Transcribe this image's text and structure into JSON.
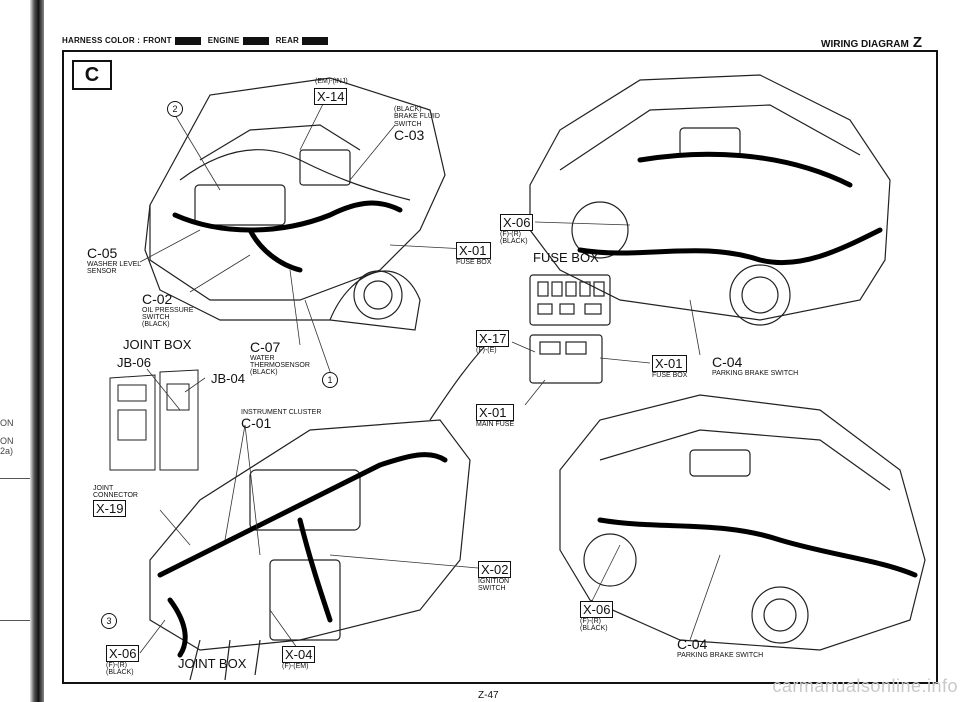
{
  "header": {
    "harness_prefix": "HARNESS COLOR :",
    "colors": [
      {
        "label": "FRONT",
        "swatch": "#111111"
      },
      {
        "label": "ENGINE",
        "swatch": "#111111"
      },
      {
        "label": "REAR",
        "swatch": "#111111"
      }
    ],
    "title": "WIRING DIAGRAM",
    "title_letter": "Z"
  },
  "section": "C",
  "edge_fragments": [
    "ON",
    "ON",
    "2a)"
  ],
  "callouts": {
    "em_inj": "(EM)-(INJ)",
    "x14": "X-14",
    "c03_desc": [
      "(BLACK)",
      "BRAKE FLUID",
      "SWITCH"
    ],
    "c03": "C-03",
    "c05": "C-05",
    "c05_desc": [
      "WASHER LEVEL",
      "SENSOR"
    ],
    "x01_a": "X-01",
    "x01_a_desc": "FUSE BOX",
    "c02": "C-02",
    "c02_desc": [
      "OIL PRESSURE",
      "SWITCH",
      "(BLACK)"
    ],
    "joint_box_top": "JOINT BOX",
    "jb06": "JB-06",
    "jb04": "JB-04",
    "c07": "C-07",
    "c07_desc": [
      "WATER",
      "THERMOSENSOR",
      "(BLACK)"
    ],
    "x06_top": "X-06",
    "x06_top_desc": [
      "(F)-(R)",
      "(BLACK)"
    ],
    "fuse_box": "FUSE BOX",
    "x17": "X-17",
    "x17_desc": "(F)-(E)",
    "x01_b": "X-01",
    "x01_b_desc": "FUSE BOX",
    "c04_top": "C-04",
    "c04_top_desc": "PARKING BRAKE SWITCH",
    "x01_c": "X-01",
    "x01_c_desc": "MAIN FUSE",
    "instrument_cluster": "INSTRUMENT CLUSTER",
    "c01": "C-01",
    "joint_connector": [
      "JOINT",
      "CONNECTOR"
    ],
    "x19": "X-19",
    "x02": "X-02",
    "x02_desc": [
      "IGNITION",
      "SWITCH"
    ],
    "x06_right": "X-06",
    "x06_right_desc": [
      "(F)-(R)",
      "(BLACK)"
    ],
    "c04_bottom": "C-04",
    "c04_bottom_desc": "PARKING BRAKE SWITCH",
    "x06_bottom": "X-06",
    "x06_bottom_desc": [
      "(F)-(R)",
      "(BLACK)"
    ],
    "joint_box_bottom": "JOINT BOX",
    "x04": "X-04",
    "x04_desc": "(F)-(EM)",
    "num1": "1",
    "num2": "2",
    "num3": "3"
  },
  "page_number": "Z-47",
  "watermark": "carmanualsonline.info"
}
